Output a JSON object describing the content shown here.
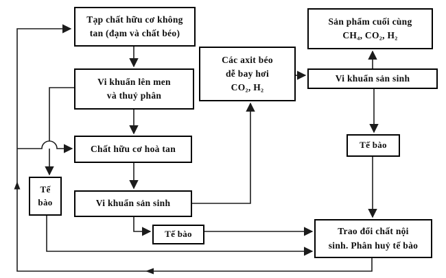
{
  "colors": {
    "background": "#ffffff",
    "line": "#1c1c1c",
    "box_border": "#000000",
    "text": "#0d0d0d"
  },
  "nodes": {
    "tap_chat": {
      "label": "Tạp chất hữu cơ không\ntan (đạm và chất béo)"
    },
    "len_men": {
      "label": "Vi khuẩn lên men\nvà thuỷ phân"
    },
    "hoa_tan": {
      "label": "Chất hữu cơ hoà tan"
    },
    "san_sinh_left": {
      "label": "Vi khuẩn sản sinh"
    },
    "te_bao_left": {
      "label": "Tế\nbào"
    },
    "axit_beo": {
      "label": "Các axit béo\ndễ bay hơi\nCO₂, H₂"
    },
    "san_pham": {
      "label": "Sản phẩm cuối cùng\nCH₄, CO₂, H₂"
    },
    "san_sinh_right": {
      "label": "Vi khuẩn sản sinh"
    },
    "te_bao_right": {
      "label": "Tế bào"
    },
    "te_bao_mid": {
      "label": "Tế bào"
    },
    "trao_doi": {
      "label": "Trao đổi chất nội\nsinh. Phân huỷ tế bào"
    }
  },
  "edges": [
    {
      "from": "tap_chat",
      "to": "len_men"
    },
    {
      "from": "len_men",
      "to": "hoa_tan"
    },
    {
      "from": "hoa_tan",
      "to": "san_sinh_left"
    },
    {
      "from": "len_men",
      "to": "te_bao_left"
    },
    {
      "from": "san_sinh_left",
      "to": "te_bao_mid"
    },
    {
      "from": "san_sinh_left",
      "to": "axit_beo"
    },
    {
      "from": "axit_beo",
      "to": "san_sinh_right"
    },
    {
      "from": "san_sinh_right",
      "to": "san_pham"
    },
    {
      "from": "san_sinh_right",
      "to": "te_bao_right"
    },
    {
      "from": "te_bao_right",
      "to": "trao_doi"
    },
    {
      "from": "te_bao_mid",
      "to": "trao_doi"
    },
    {
      "from": "te_bao_left",
      "to": "trao_doi"
    },
    {
      "from": "trao_doi",
      "to": "tap_chat",
      "via": "left-bottom return loop"
    },
    {
      "from": "trao_doi",
      "to": "hoa_tan",
      "via": "return loop branch with line-hop bridge"
    }
  ]
}
